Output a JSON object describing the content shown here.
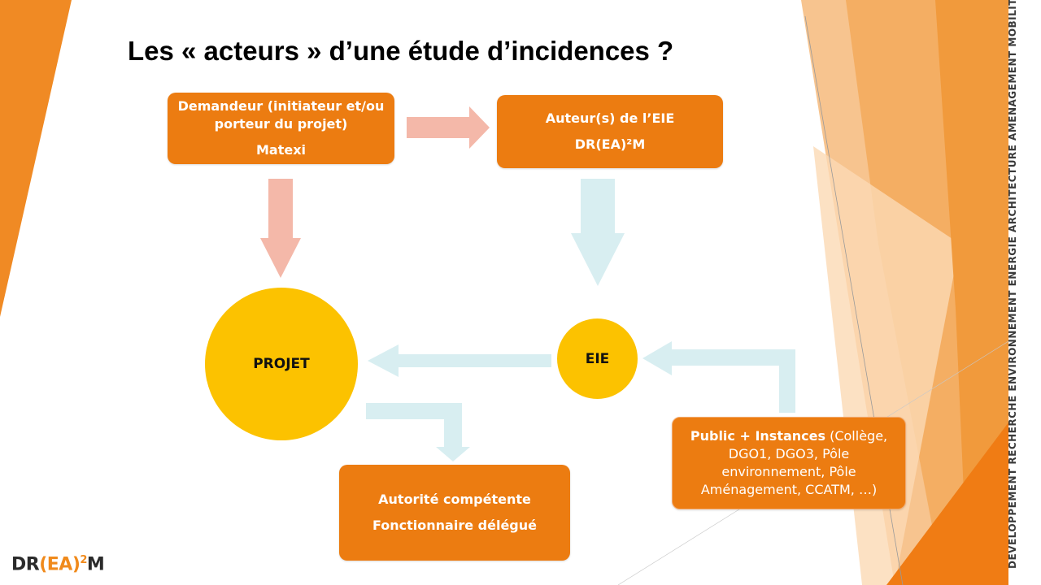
{
  "title": "Les « acteurs » d’une étude d’incidences ?",
  "nodes": {
    "demandeur": {
      "line1": "Demandeur (initiateur et/ou",
      "line2": "porteur du projet)",
      "name": "Matexi"
    },
    "auteur": {
      "label": "Auteur(s) de l’EIE",
      "name": "DR(EA)²M"
    },
    "projet": {
      "label": "PROJET"
    },
    "eie": {
      "label": "EIE"
    },
    "autorite": {
      "label": "Autorité compétente",
      "name": "Fonctionnaire délégué"
    },
    "public": {
      "bold": "Public + Instances",
      "rest_line1": " (Collège,",
      "line2": "DGO1, DGO3, Pôle",
      "line3": "environnement, Pôle",
      "line4": "Aménagement, CCATM, …)"
    }
  },
  "sidebar_text": "DEVELOPPEMENT   RECHERCHE   ENVIRONNEMENT   ENERGIE   ARCHITECTURE   AMENAGEMENT   MOBILITE",
  "logo": {
    "part1": "DR",
    "part2": "(EA)",
    "sup": "2",
    "part3": "M"
  },
  "colors": {
    "box": "#ec7c11",
    "circle": "#fcc200",
    "arrow_pink": "#f4b8a9",
    "arrow_blue": "#d8eef1"
  }
}
